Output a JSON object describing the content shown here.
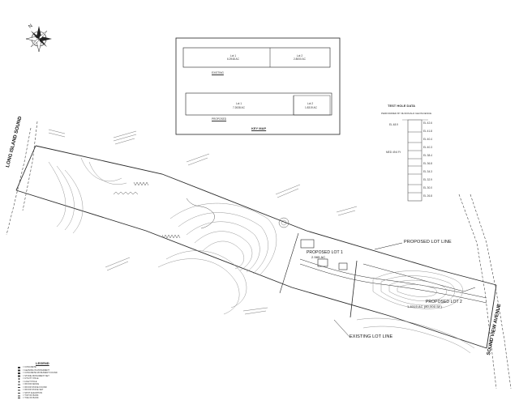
{
  "labels": {
    "long_island_sound": "LONG ISLAND SOUND",
    "sound_view_avenue": "SOUND VIEW AVENUE",
    "proposed_lot_line": "PROPOSED LOT LINE",
    "existing_lot_line": "EXISTING LOT LINE",
    "proposed_lot_1": "PROPOSED LOT 1",
    "proposed_lot_1_area": "2.565 AC",
    "proposed_lot_2": "PROPOSED LOT 2",
    "proposed_lot_2_area": "1.8319 AC (80,000 SF)"
  },
  "key_map": {
    "title": "KEY MAP",
    "existing_label": "EXISTING",
    "proposed_label": "PROPOSED",
    "existing_lot_a": "Lot 1",
    "existing_lot_a_area": "6.2948 AC",
    "existing_lot_b": "Lot 2",
    "existing_lot_b_area": "2.8000 AC",
    "proposed_lot_a": "Lot 1",
    "proposed_lot_a_area": "7.2638 AC",
    "proposed_lot_b": "Lot 2",
    "proposed_lot_b_area": "1.8319 AC"
  },
  "test_hole": {
    "title": "TEST HOLE DATA",
    "subtitle": "PERFORMED BY McDONALD GEOSCIENCE",
    "rows": [
      "EL 42.6",
      "EL 41.8",
      "EL 40.4",
      "EL 40.3",
      "EL 38.4",
      "EL 36.8",
      "EL 34.3",
      "EL 32.9",
      "EL 30.0",
      "EL 26.8"
    ],
    "left_labels": [
      "EL 48.9",
      "MED 49.6 Ft"
    ]
  },
  "legend": {
    "title": "LEGEND",
    "rows": [
      "= CONCRETE",
      "= LEANING IN MONUMENT",
      "= CONCRETE MONUMENT FOUND",
      "= STONE MONUMENT SET",
      "= UTILITY POLE",
      "= LIGHT POLE",
      "= WOOD FENCE",
      "= WOOD STAKE FOUND",
      "= WOOD STAKE SET",
      "= SPOT ELEVATION",
      "= TOP OF BANK",
      "= TOE OF BANK"
    ]
  },
  "colors": {
    "linework": "#2a2a2a",
    "contours": "#8a8a8a",
    "paper": "#ffffff"
  },
  "icons": [
    "north-arrow-icon"
  ]
}
